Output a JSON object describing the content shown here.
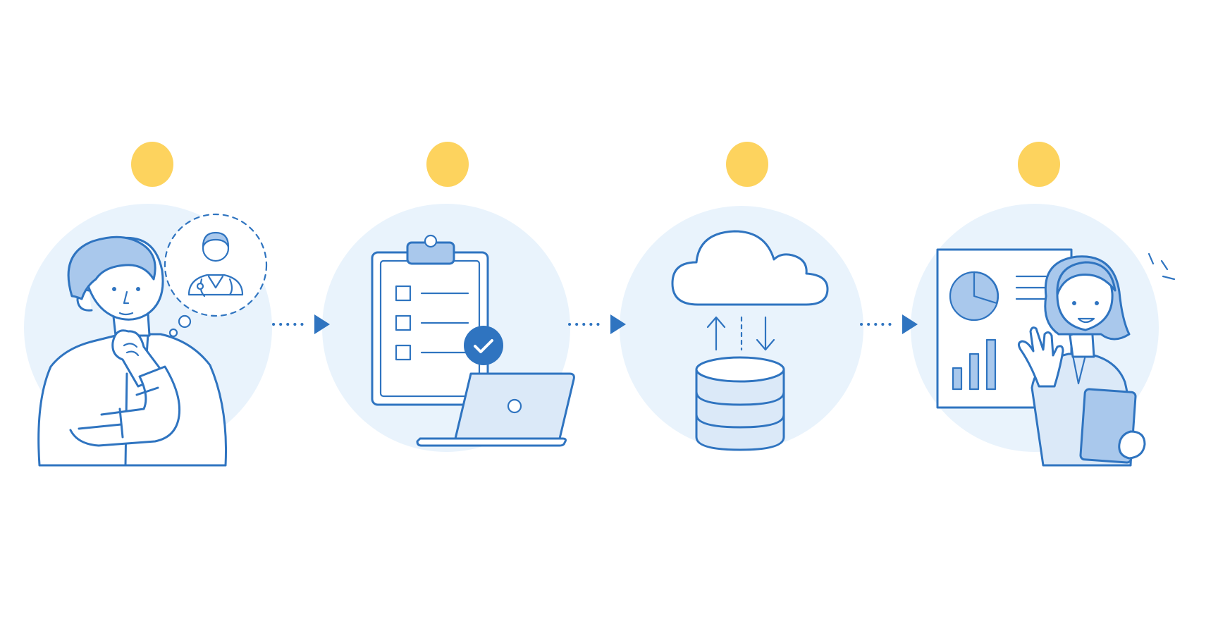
{
  "colors": {
    "background": "#ffffff",
    "circle_bg": "#e9f3fc",
    "line": "#2f74c0",
    "fill_light": "#dbe9f8",
    "fill_mid": "#a9c8ec",
    "accent_yellow": "#fdd35e",
    "arrow": "#2f74c0"
  },
  "steps": [
    {
      "id": "consult",
      "icon": "thinking-man-with-doctor-thought-icon",
      "marker_color": "#fdd35e"
    },
    {
      "id": "checklist",
      "icon": "clipboard-checklist-laptop-icon",
      "marker_color": "#fdd35e"
    },
    {
      "id": "cloud-sync",
      "icon": "cloud-database-sync-icon",
      "marker_color": "#fdd35e"
    },
    {
      "id": "report",
      "icon": "woman-presenting-report-icon",
      "marker_color": "#fdd35e"
    }
  ],
  "connectors": [
    {
      "from": "consult",
      "to": "checklist",
      "style": "dotted-arrow"
    },
    {
      "from": "checklist",
      "to": "cloud-sync",
      "style": "dotted-arrow"
    },
    {
      "from": "cloud-sync",
      "to": "report",
      "style": "dotted-arrow"
    }
  ]
}
